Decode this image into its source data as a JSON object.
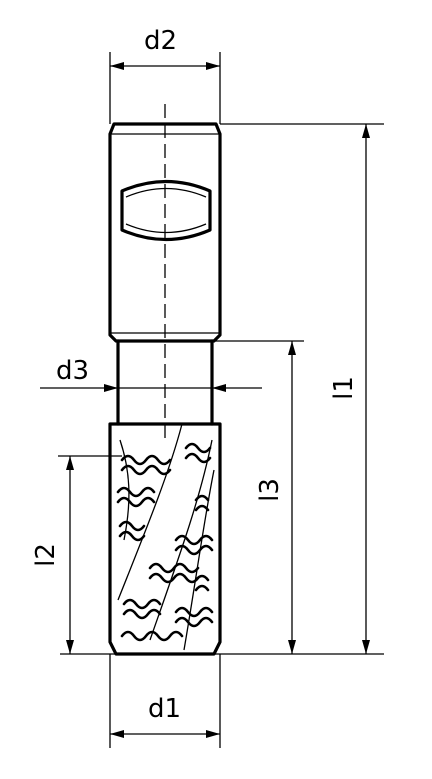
{
  "labels": {
    "d2": "d2",
    "d3": "d3",
    "d1": "d1",
    "l1": "l1",
    "l2": "l2",
    "l3": "l3"
  },
  "colors": {
    "line": "#000000",
    "background": "#ffffff"
  }
}
